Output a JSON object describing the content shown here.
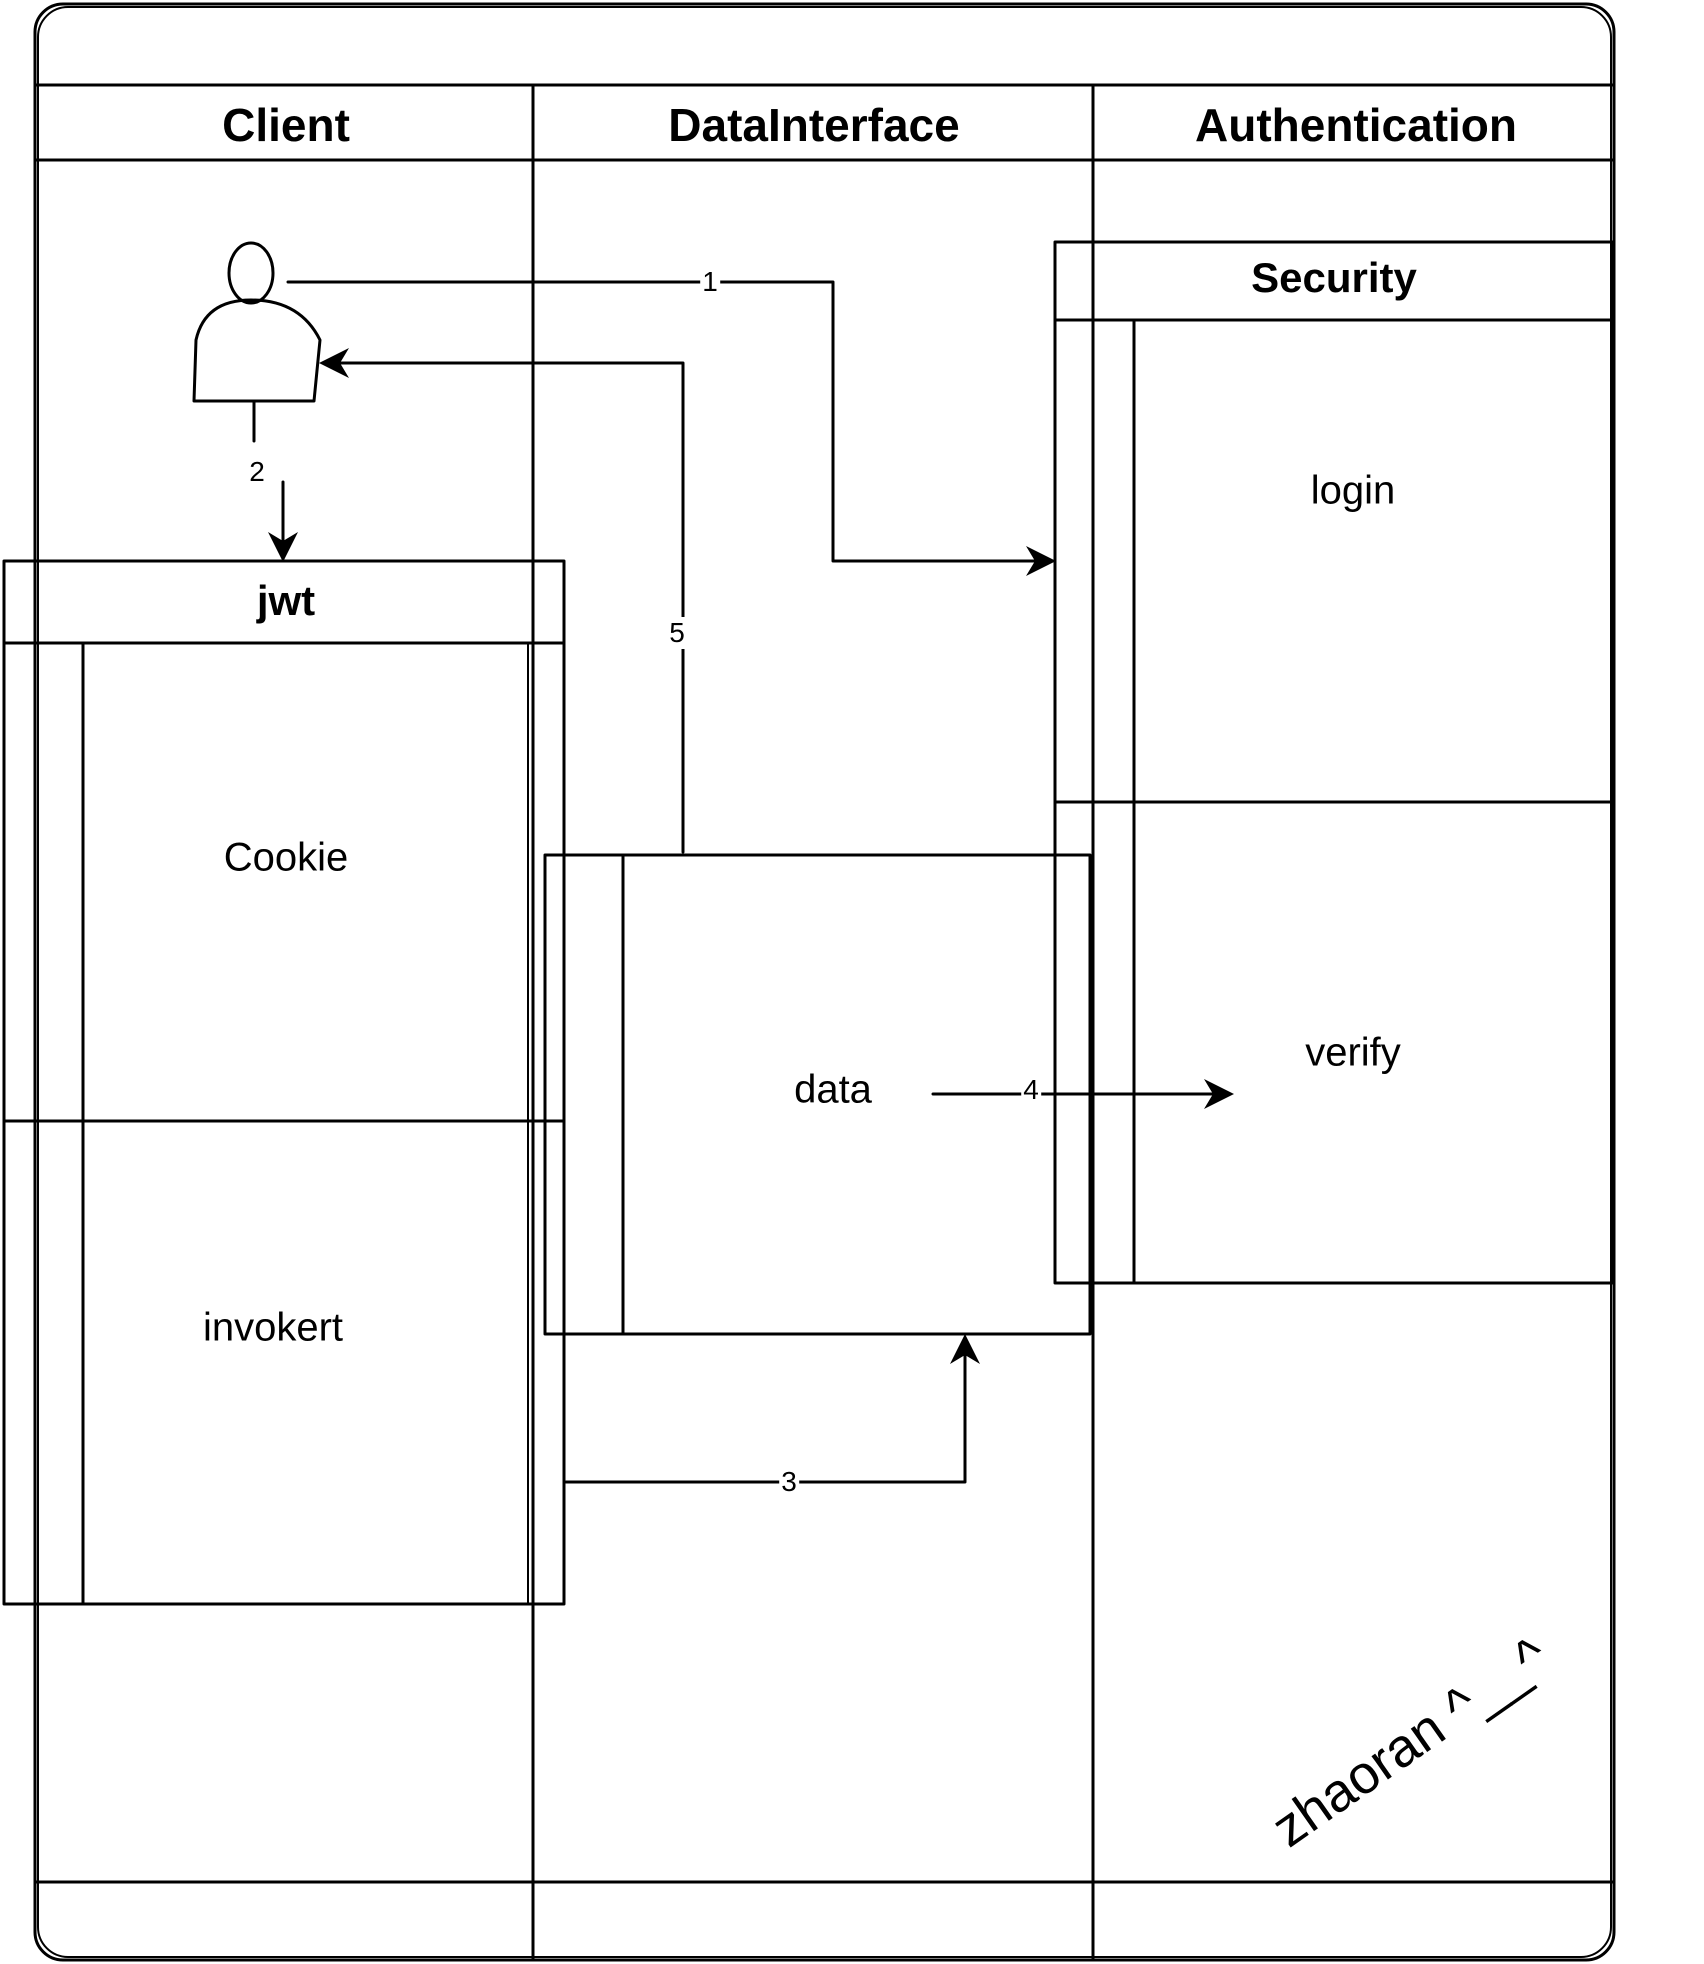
{
  "lanes": [
    {
      "title": "Client"
    },
    {
      "title": "DataInterface"
    },
    {
      "title": "Authentication"
    }
  ],
  "pools": {
    "jwt": {
      "title": "jwt",
      "rows": [
        "Cookie",
        "invokert"
      ]
    },
    "security": {
      "title": "Security",
      "rows": [
        "login",
        "verify"
      ]
    }
  },
  "nodes": {
    "data": "data",
    "actor": "user-actor"
  },
  "arrows": [
    {
      "label": "1",
      "from": "user",
      "to": "login"
    },
    {
      "label": "2",
      "from": "user",
      "to": "jwt"
    },
    {
      "label": "3",
      "from": "invokert",
      "to": "data"
    },
    {
      "label": "4",
      "from": "data",
      "to": "verify"
    },
    {
      "label": "5",
      "from": "data",
      "to": "user"
    }
  ],
  "signature": "zhaoran ^__^"
}
